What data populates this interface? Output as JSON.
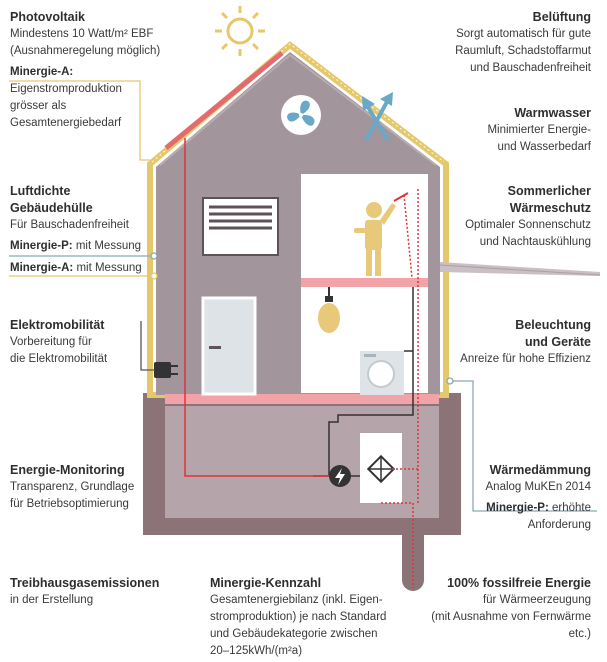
{
  "colors": {
    "background": "#ffffff",
    "house_wall": "#a2959b",
    "house_wall_dark": "#887b81",
    "roof_edge": "#ab9fa5",
    "basement": "#8c7378",
    "basement_inner": "#b5a5aa",
    "insulation": "#e4c86a",
    "pv_panel": "#e36b70",
    "heat_line": "#e0343b",
    "floor_heating": "#f1a3a7",
    "callout_yellow": "#e7c770",
    "callout_teal": "#88a9b4",
    "callout_dark": "#555555",
    "window": "#ffffff",
    "door": "#dde3e6",
    "fan": "#6aa8c8",
    "person": "#e8c97a",
    "text": "#3a3a3a"
  },
  "icons": [
    "sun-icon",
    "fan-icon",
    "ventilation-arrows-icon",
    "window-blind-icon",
    "door-icon",
    "person-icon",
    "shower-icon",
    "lamp-icon",
    "washing-machine-icon",
    "ev-plug-icon",
    "energy-meter-icon",
    "heat-pump-icon",
    "ground-probe-icon"
  ],
  "labels": {
    "photovoltaik": {
      "title": "Photovoltaik",
      "lines": [
        "Mindestens 10 Watt/m² EBF",
        "(Ausnahmeregelung möglich)"
      ]
    },
    "minergie_a_pv": {
      "prefix": "Minergie-A:",
      "lines": [
        "Eigenstromproduktion",
        "grösser als",
        "Gesamtenergiebedarf"
      ]
    },
    "luftdichte": {
      "title_lines": [
        "Luftdichte",
        "Gebäudehülle"
      ],
      "lines": [
        "Für Bauschadenfreiheit"
      ],
      "minergie_p_prefix": "Minergie-P:",
      "minergie_p_text": " mit Messung",
      "minergie_a_prefix": "Minergie-A:",
      "minergie_a_text": " mit Messung"
    },
    "elektromobilitaet": {
      "title": "Elektromobilität",
      "lines": [
        "Vorbereitung für",
        "die Elektromobilität"
      ]
    },
    "monitoring": {
      "title": "Energie-Monitoring",
      "lines": [
        "Transparenz, Grundlage",
        "für Betriebsoptimierung"
      ]
    },
    "treibhaus": {
      "title": "Treibhausgasemissionen",
      "lines": [
        "in der Erstellung"
      ]
    },
    "kennzahl": {
      "title": "Minergie-Kennzahl",
      "lines": [
        "Gesamtenergiebilanz (inkl. Eigen-",
        "stromproduktion) je nach Standard",
        "und Gebäudekategorie zwischen",
        "20–125kWh/(m²a)"
      ]
    },
    "fossilfrei": {
      "title": "100% fossilfreie Energie",
      "lines": [
        "für Wärmeerzeugung",
        "(mit Ausnahme von Fernwärme",
        "etc.)"
      ]
    },
    "belueftung": {
      "title": "Belüftung",
      "lines": [
        "Sorgt automatisch für gute",
        "Raumluft, Schadstoffarmut",
        "und Bauschadenfreiheit"
      ]
    },
    "warmwasser": {
      "title": "Warmwasser",
      "lines": [
        "Minimierter Energie-",
        "und Wasserbedarf"
      ]
    },
    "sommer": {
      "title_lines": [
        "Sommerlicher",
        "Wärmeschutz"
      ],
      "lines": [
        "Optimaler Sonnenschutz",
        "und Nachtauskühlung"
      ]
    },
    "beleuchtung": {
      "title_lines": [
        "Beleuchtung",
        "und Geräte"
      ],
      "lines": [
        "Anreize für hohe Effizienz"
      ]
    },
    "waermedaemmung": {
      "title": "Wärmedämmung",
      "lines": [
        "Analog MuKEn 2014"
      ],
      "minergie_p_prefix": "Minergie-P:",
      "minergie_p_lines": [
        " erhöhte",
        "Anforderung"
      ]
    }
  }
}
